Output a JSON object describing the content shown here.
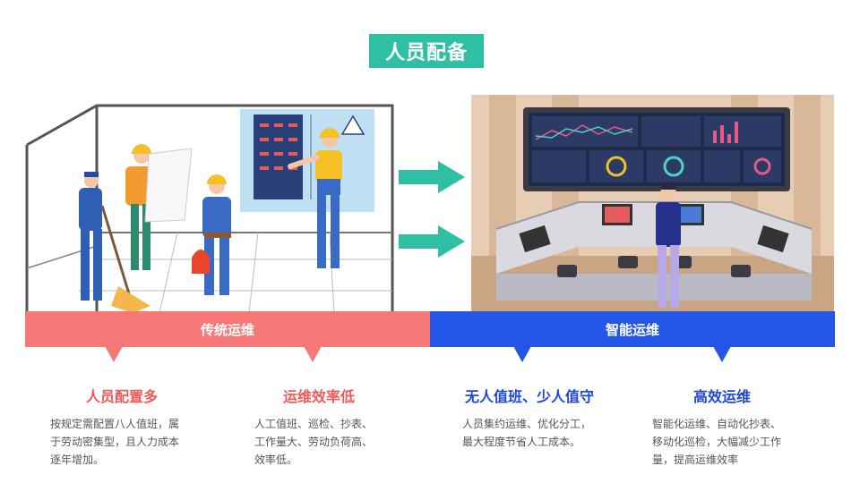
{
  "title": "人员配备",
  "bars": {
    "left_label": "传统运维",
    "right_label": "智能运维"
  },
  "points": [
    {
      "title": "人员配置多",
      "text": "按规定需配置八人值班，属\n于劳动密集型，且人力成本\n逐年增加。"
    },
    {
      "title": "运维效率低",
      "text": "人工值班、巡检、抄表、\n工作量大、劳动负荷高、\n效率低。"
    },
    {
      "title": "无人值班、少人值守",
      "text": "人员集约运维、优化分工，\n最大程度节省人工成本。"
    },
    {
      "title": "高效运维",
      "text": "智能化运维、自动化抄表、\n移动化巡检，大幅减少工作\n量，提高运维效率"
    }
  ],
  "colors": {
    "accent": "#2fbfa3",
    "traditional": "#f87777",
    "smart": "#2356e6"
  }
}
